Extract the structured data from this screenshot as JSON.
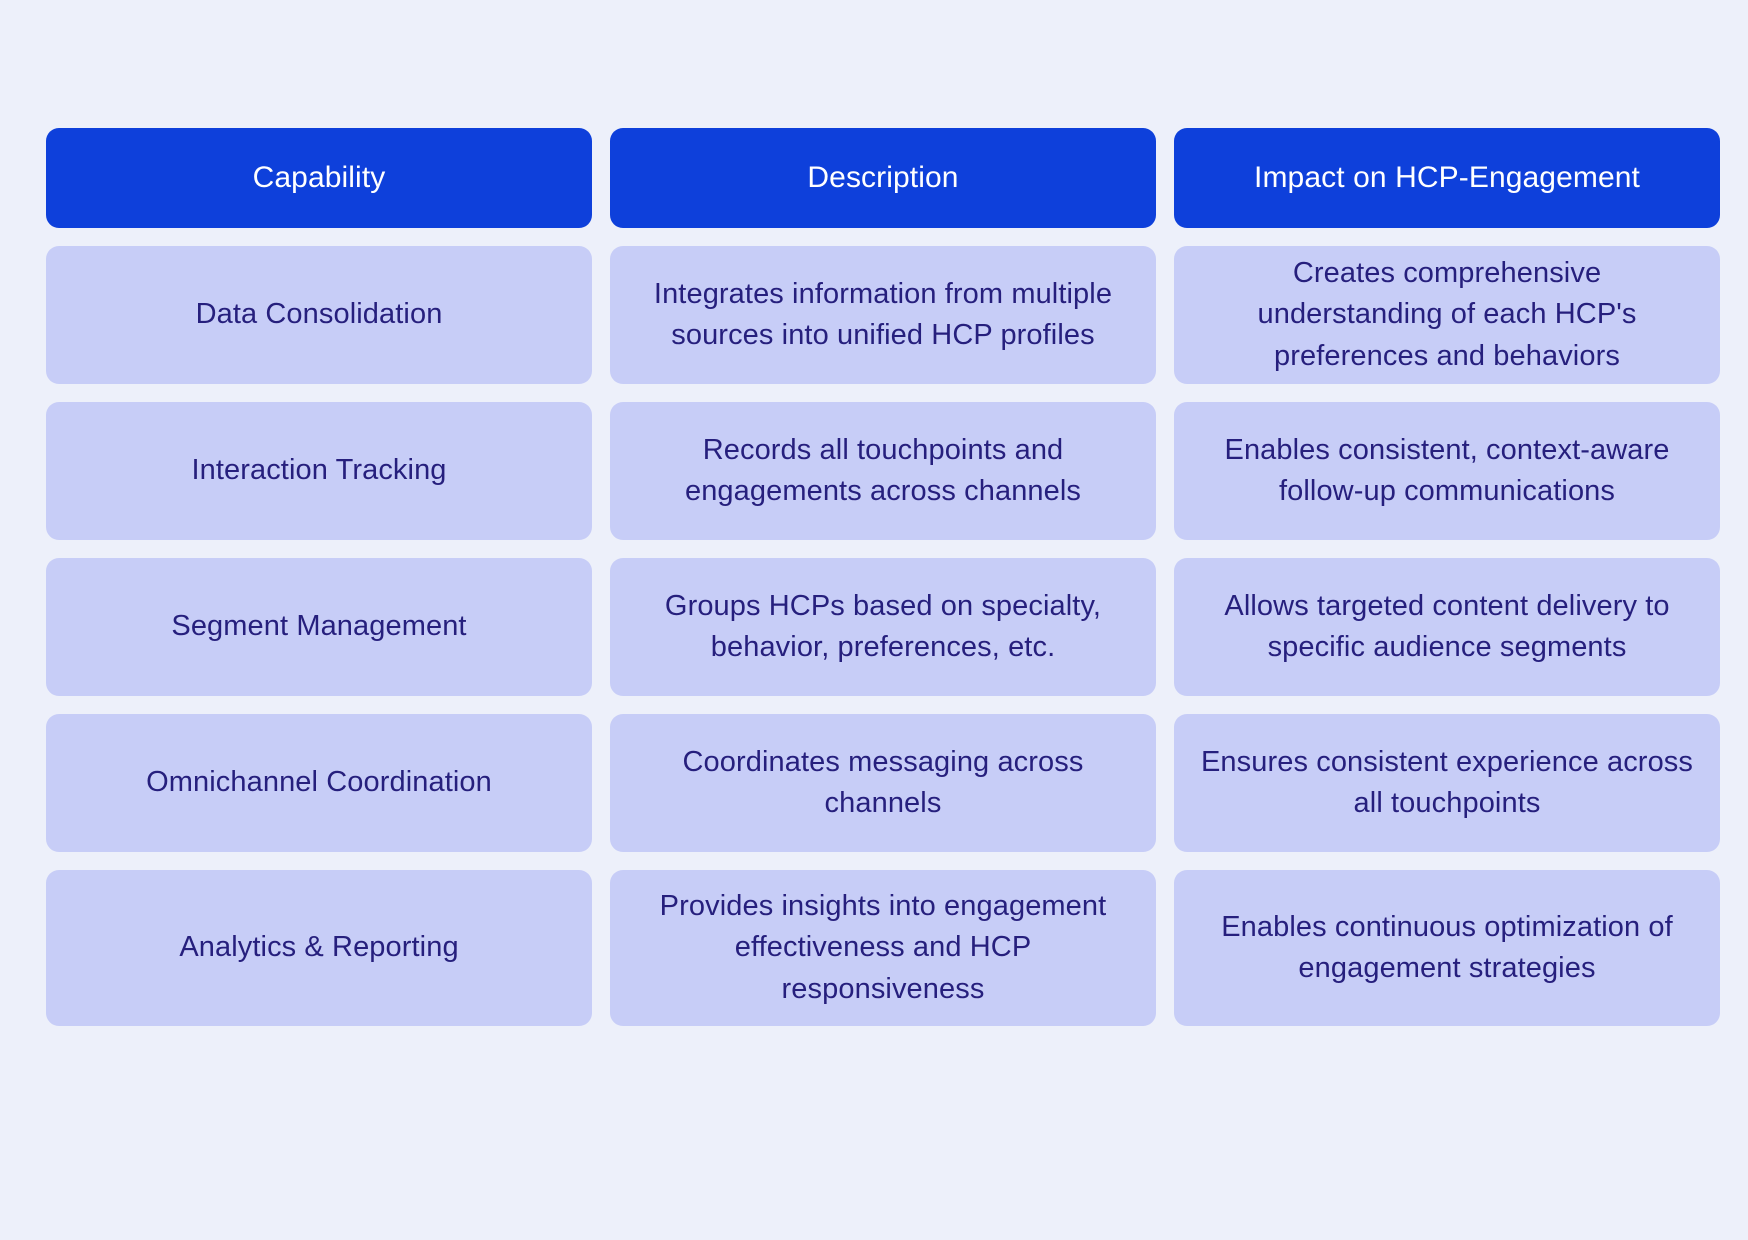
{
  "table": {
    "columns": [
      {
        "key": "capability",
        "header": "Capability"
      },
      {
        "key": "description",
        "header": "Description"
      },
      {
        "key": "impact",
        "header": "Impact on HCP-Engagement"
      }
    ],
    "rows": [
      {
        "capability": "Data Consolidation",
        "description": "Integrates information from multiple sources into unified HCP profiles",
        "impact": "Creates comprehensive understanding of each HCP's preferences and behaviors"
      },
      {
        "capability": "Interaction Tracking",
        "description": "Records all touchpoints and engagements across channels",
        "impact": "Enables consistent, context-aware follow-up communications"
      },
      {
        "capability": "Segment Management",
        "description": "Groups HCPs based on specialty, behavior, preferences, etc.",
        "impact": "Allows targeted content delivery to specific audience segments"
      },
      {
        "capability": "Omnichannel Coordination",
        "description": "Coordinates messaging across channels",
        "impact": "Ensures consistent experience across all touchpoints"
      },
      {
        "capability": "Analytics & Reporting",
        "description": "Provides insights into engagement effectiveness and HCP responsiveness",
        "impact": "Enables continuous optimization of engagement strategies"
      }
    ]
  },
  "colors": {
    "page_background": "#EDF0FA",
    "header_background": "#0E40DB",
    "header_text": "#FFFFFF",
    "cell_background": "#C7CDF7",
    "cell_text": "#261F7D"
  }
}
